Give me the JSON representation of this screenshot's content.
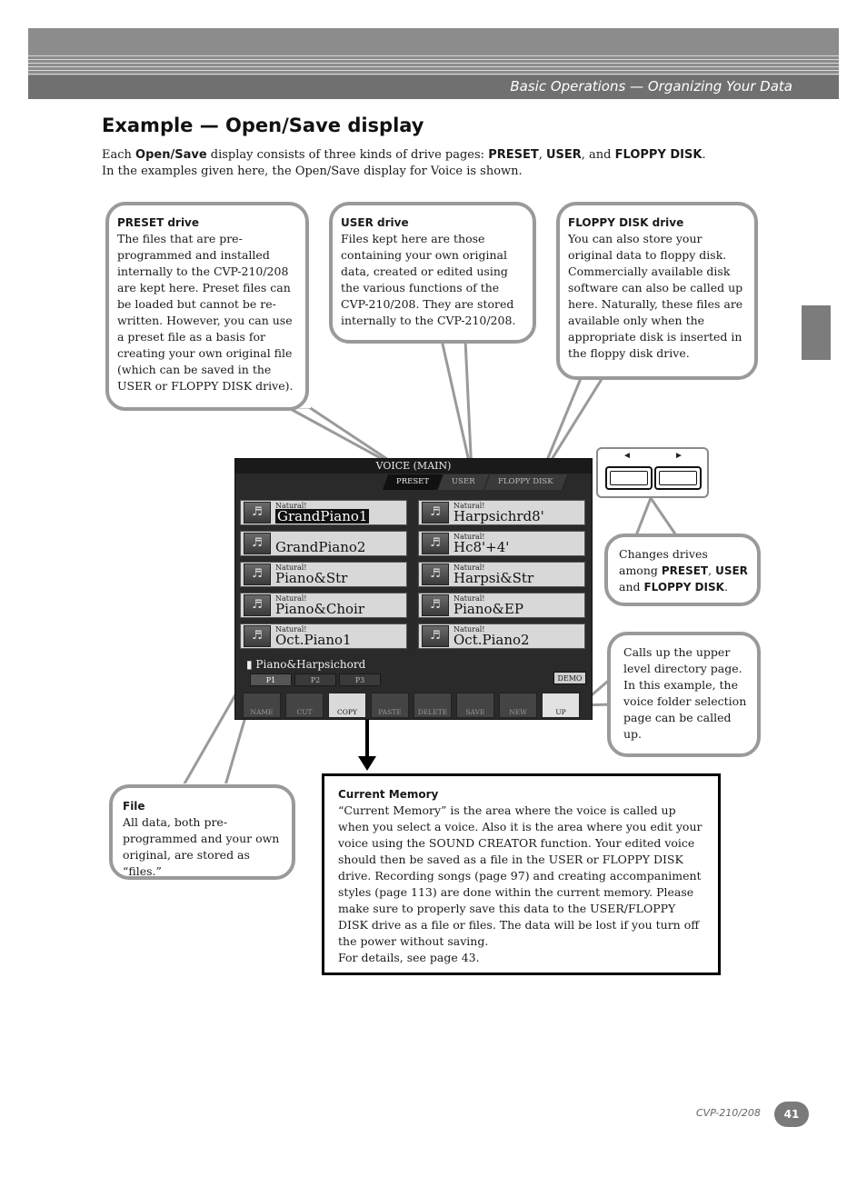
{
  "header": {
    "section_title": "Basic Operations — Organizing Your Data"
  },
  "heading": "Example — Open/Save display",
  "intro": {
    "l1_a": "Each ",
    "l1_b": "Open/Save",
    "l1_c": " display consists of three kinds of drive pages: ",
    "l1_d": "PRESET",
    "l1_e": ", ",
    "l1_f": "USER",
    "l1_g": ", and ",
    "l1_h": "FLOPPY DISK",
    "l1_i": ".",
    "l2": "In the examples given here, the Open/Save display for Voice is shown."
  },
  "callouts": {
    "preset": {
      "title": "PRESET drive",
      "body": "The files that are pre-programmed and installed internally to the CVP-210/208 are kept here. Preset files can be loaded but cannot be re-written. However, you can use a preset file as a basis for creating your own original file (which can be saved in the USER or FLOPPY DISK drive)."
    },
    "user": {
      "title": "USER drive",
      "body": "Files kept here are those containing your own original data, created or edited using the various functions of the CVP-210/208. They are stored internally to the CVP-210/208."
    },
    "floppy": {
      "title": "FLOPPY DISK drive",
      "body": "You can also store your original data to floppy disk. Commercially available disk software can also be called up here. Naturally, these files are available only when the appropriate disk is inserted in the floppy disk drive."
    },
    "drives": {
      "a": "Changes drives among ",
      "b": "PRESET",
      "c": ", ",
      "d": "USER",
      "e": " and ",
      "f": "FLOPPY DISK",
      "g": "."
    },
    "up": {
      "body": "Calls up the upper level directory page. In this example, the voice folder selection page can be called up."
    },
    "file": {
      "title": "File",
      "body": "All data, both pre-programmed and your own original, are stored as “files.”"
    },
    "memory": {
      "title": "Current Memory",
      "body": "“Current Memory” is the area where the voice is called up when you select a voice. Also it is the area where you edit your voice using the SOUND CREATOR function. Your edited voice should then be saved as a file in the USER or FLOPPY DISK drive. Recording songs (page 97) and creating accompaniment styles (page 113) are done within the current memory. Please make sure to properly save this data to the USER/FLOPPY DISK drive as a file or files. The data will be lost if you turn off the power without saving.",
      "details": "For details, see page 43."
    }
  },
  "screen": {
    "title": "VOICE (MAIN)",
    "tabs": [
      "PRESET",
      "USER",
      "FLOPPY DISK"
    ],
    "category": "Natural!",
    "files": [
      "GrandPiano1",
      "Harpsichrd8'",
      "GrandPiano2",
      "Hc8'+4'",
      "Piano&Str",
      "Harpsi&Str",
      "Piano&Choir",
      "Piano&EP",
      "Oct.Piano1",
      "Oct.Piano2"
    ],
    "folder": "Piano&Harpsichord",
    "pages": [
      "P1",
      "P2",
      "P3"
    ],
    "demo": "DEMO",
    "functions": [
      "NAME",
      "CUT",
      "COPY",
      "PASTE",
      "DELETE",
      "SAVE",
      "NEW",
      "UP"
    ]
  },
  "buttons": {
    "left_arrow": "◄",
    "right_arrow": "►"
  },
  "footer": {
    "model": "CVP-210/208",
    "page": "41"
  }
}
